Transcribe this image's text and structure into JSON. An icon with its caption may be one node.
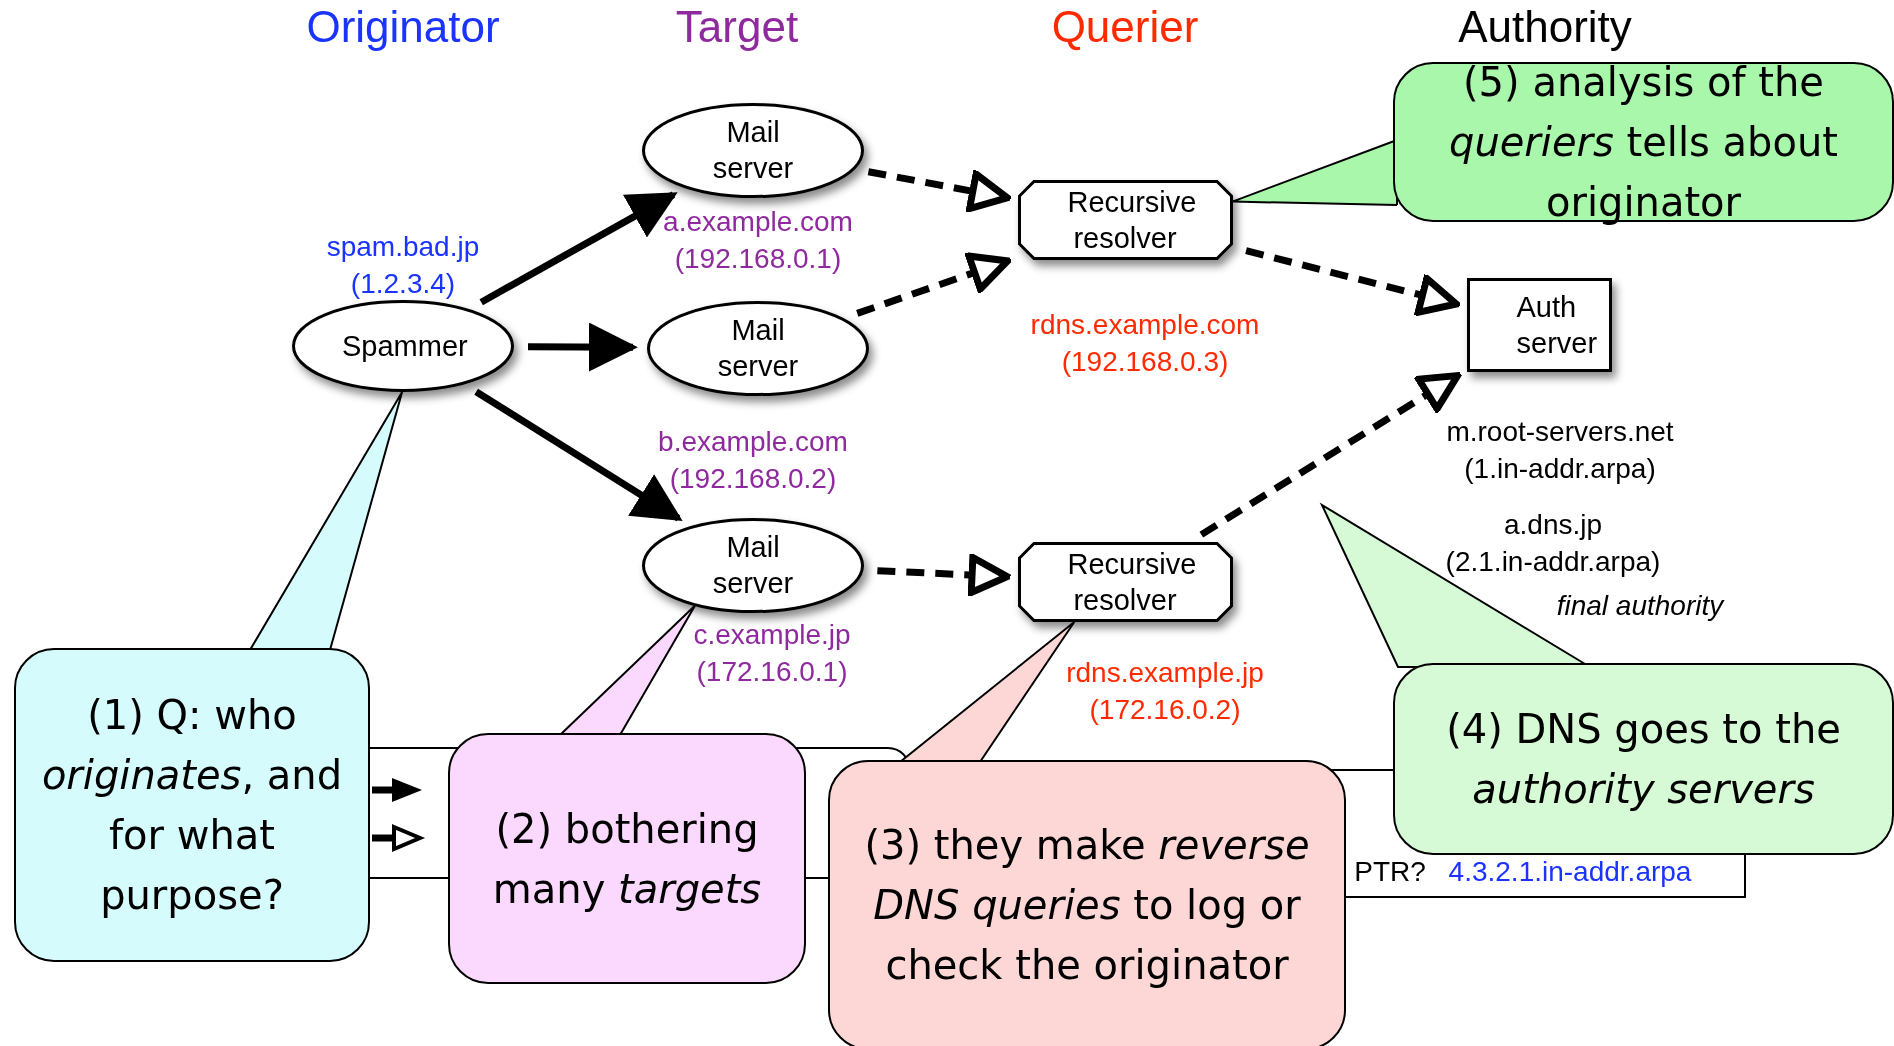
{
  "diagram": {
    "nodes": [
      {
        "text": [
          "Spammer"
        ],
        "beside": [
          "spam.bad.jp (1.2.3.4)"
        ]
      },
      {
        "text": [
          "Mail server"
        ],
        "beside": [
          "a.example.com (192.168.0.1)"
        ]
      },
      {
        "text": [
          "Mail server"
        ],
        "beside": [
          "b.example.com (192.168.0.2)"
        ]
      },
      {
        "text": [
          "Mail server"
        ],
        "beside": [
          "c.example.jp (172.16.0.1)"
        ]
      },
      {
        "text": [
          "Recursive resolver"
        ],
        "beside": [
          "rdns.example.com (192.168.0.3)"
        ]
      },
      {
        "text": [
          "Recursive resolver"
        ],
        "beside": [
          "rdns.example.jp (172.16.0.2)"
        ]
      },
      {
        "text": [
          "Auth server"
        ],
        "beside": [
          "m.root-servers.net (1.in-addr.arpa)",
          "a.dns.jp (2.1.in-addr.arpa)"
        ]
      },
      {
        "text": [
          "(1) Q: who *originates*, and for what purpose?"
        ]
      },
      {
        "text": [
          "(2) bothering many *targets*"
        ]
      },
      {
        "text": [
          "(3) they make *reverse DNS queries* to log or check the originator"
        ]
      },
      {
        "text": [
          "(4) DNS goes to the *authority servers*"
        ]
      },
      {
        "text": [
          "(5) analysis of the *queriers* tells about originator"
        ]
      }
    ],
    "edges": [
      {
        "from": 0,
        "to": 1,
        "arrow": "to"
      },
      {
        "from": 0,
        "to": 2,
        "arrow": "to"
      },
      {
        "from": 0,
        "to": 3,
        "arrow": "to"
      },
      {
        "from": 1,
        "to": 4,
        "arrow": "to",
        "style": "dashed"
      },
      {
        "from": 2,
        "to": 4,
        "arrow": "to",
        "style": "dashed"
      },
      {
        "from": 3,
        "to": 5,
        "arrow": "to",
        "style": "dashed"
      },
      {
        "from": 4,
        "to": 6,
        "arrow": "to",
        "style": "dashed"
      },
      {
        "from": 5,
        "to": 6,
        "arrow": "to",
        "style": "dashed"
      },
      {
        "from": 7,
        "to": 0,
        "arrow": "none"
      },
      {
        "from": 8,
        "to": 3,
        "arrow": "none"
      },
      {
        "from": 9,
        "to": 5,
        "arrow": "none"
      },
      {
        "from": 10,
        "to": null,
        "arrow": "none"
      },
      {
        "from": 11,
        "to": 4,
        "arrow": "none"
      }
    ],
    "labels": [
      "Originator",
      "Target",
      "Querier",
      "Authority",
      "final authority",
      "PTR?",
      "4.3.2.1.in-addr.arpa"
    ]
  }
}
